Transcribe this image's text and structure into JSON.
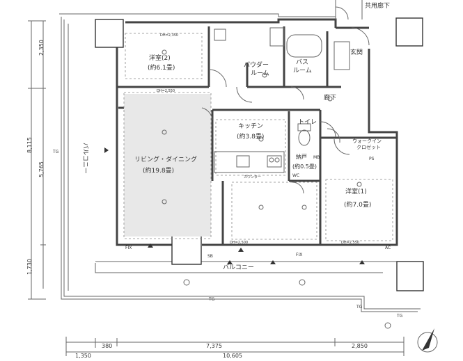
{
  "labels": {
    "corridor_common": "共用廊下",
    "entrance": "玄関",
    "powder_room": "パウダー\nルーム",
    "bath_room": "バス\nルーム",
    "bedroom2": "洋室(2)",
    "bedroom2_size": "(約6.1畳)",
    "living_dining": "リビング・ダイニング",
    "living_dining_size": "(約19.8畳)",
    "kitchen": "キッチン",
    "kitchen_size": "(約3.8畳)",
    "toilet": "トイレ",
    "storage": "納戸",
    "storage_size": "(約0.5畳)",
    "hallway": "廊下",
    "walkin": "ウォークイン\nクロゼット",
    "bedroom1": "洋室(1)",
    "bedroom1_size": "(約7.0畳)",
    "balcony_left": "バルコニー",
    "balcony_bottom": "バルコニー",
    "counter": "カウンター",
    "ps": "PS",
    "sb": "SB",
    "ac": "AC",
    "tg_left": "TG",
    "tg_bottom1": "TG",
    "tg_bottom2": "TG",
    "tg_right": "TG",
    "fix1": "FIX",
    "fix2": "FIX",
    "wc": "WC",
    "mb": "MB",
    "dh_bed2": "DH=2,350",
    "dh_living": "DH=2,550",
    "dh_bed1": "DH=2,550",
    "dh_kitchen": "DH=2,500"
  },
  "dims_left": [
    "2,350",
    "8,115",
    "5,765",
    "1,730"
  ],
  "dims_bottom": [
    "380",
    "7,375",
    "2,850",
    "1,350",
    "10,605"
  ]
}
